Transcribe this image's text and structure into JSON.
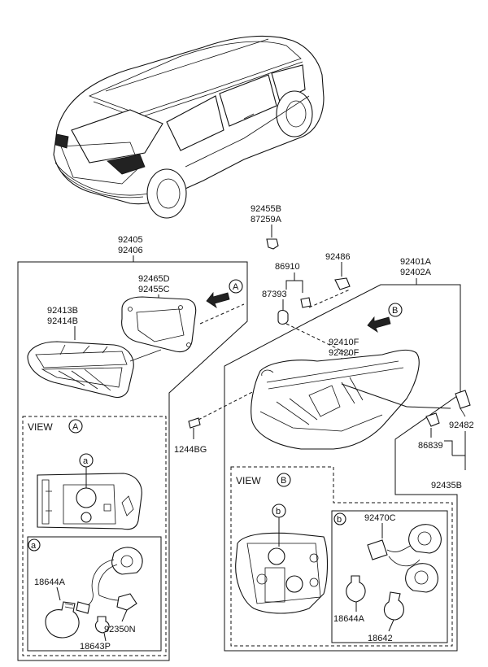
{
  "parts": {
    "p92455b": "92455B",
    "p87259a": "87259A",
    "p92405": "92405",
    "p92406": "92406",
    "p92465d": "92465D",
    "p92455c": "92455C",
    "p92413b": "92413B",
    "p92414b": "92414B",
    "p86910": "86910",
    "p92486": "92486",
    "p87393": "87393",
    "p92401a": "92401A",
    "p92402a": "92402A",
    "p92410f": "92410F",
    "p92420f": "92420F",
    "p1244bg": "1244BG",
    "p92482": "92482",
    "p86839": "86839",
    "p92435b": "92435B",
    "p18644a_left": "18644A",
    "p92350n": "92350N",
    "p18643p": "18643P",
    "p92470c": "92470C",
    "p18644a_right": "18644A",
    "p18642": "18642"
  },
  "views": {
    "view_a_word": "VIEW",
    "view_a_letter": "A",
    "view_b_word": "VIEW",
    "view_b_letter": "B",
    "callout_a_arrow": "A",
    "callout_b_arrow": "B",
    "detail_a_circle": "a",
    "detail_a_box": "a",
    "detail_b_circle": "b",
    "detail_b_box": "b"
  }
}
